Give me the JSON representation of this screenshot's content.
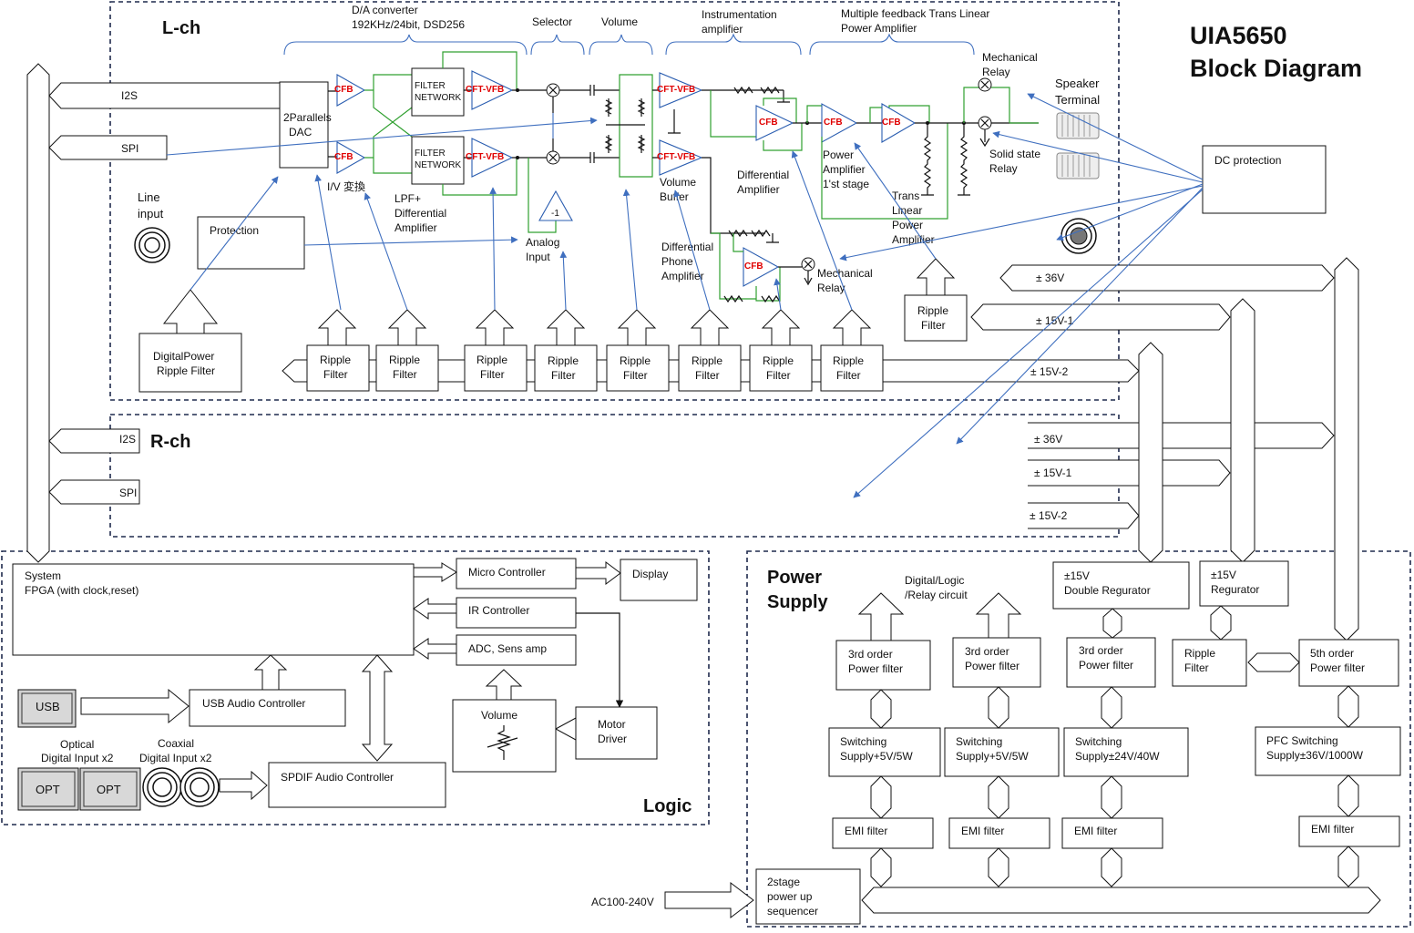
{
  "title": {
    "line1": "UIA5650",
    "line2": "Block Diagram"
  },
  "lch": {
    "heading": "L-ch",
    "sections": {
      "da_converter": [
        "D/A converter",
        "192KHz/24bit, DSD256"
      ],
      "selector": "Selector",
      "volume": "Volume",
      "inst_amp": [
        "Instrumentation",
        "amplifier"
      ],
      "mf_amp": [
        "Multiple feedback Trans Linear",
        "Power Amplifier"
      ]
    },
    "bus_i2s": "I2S",
    "bus_spi": "SPI",
    "dac": [
      "2Parallels",
      "DAC"
    ],
    "amp_cfb": "CFB",
    "amp_cftvfb": "CFT-VFB",
    "filter_network": [
      "FILTER",
      "NETWORK"
    ],
    "iv_label": "I/V 変換",
    "lpf_label": [
      "LPF+",
      "Differential",
      "Amplifier"
    ],
    "line_input": [
      "Line",
      "input"
    ],
    "protection": "Protection",
    "analog_input": [
      "Analog",
      "Input"
    ],
    "inverter": "-1",
    "volume_buffer": [
      "Volume",
      "Buffer"
    ],
    "diff_amp": [
      "Differential",
      "Amplifier"
    ],
    "power_amp_1st": [
      "Power",
      "Amplifier",
      "1'st stage"
    ],
    "trans_linear": [
      "Trans",
      "Linear",
      "Power",
      "Amplifier"
    ],
    "mech_relay_top": [
      "Mechanical",
      "Relay"
    ],
    "speaker_terminal": [
      "Speaker",
      "Terminal"
    ],
    "solid_state_relay": [
      "Solid state",
      "Relay"
    ],
    "diff_phone_amp": [
      "Differential",
      "Phone",
      "Amplifier"
    ],
    "mech_relay_bottom": [
      "Mechanical",
      "Relay"
    ],
    "digital_power": [
      "DigitalPower",
      "Ripple Filter"
    ],
    "ripple_filter": [
      "Ripple",
      "Filter"
    ],
    "rail_36v": "± 36V",
    "rail_15v1": "± 15V-1",
    "rail_15v2": "± 15V-2"
  },
  "rch": {
    "heading": "R-ch",
    "bus_i2s": "I2S",
    "bus_spi": "SPI",
    "rail_36v": "± 36V",
    "rail_15v1": "± 15V-1",
    "rail_15v2": "± 15V-2"
  },
  "dc_protection": "DC protection",
  "logic": {
    "heading": "Logic",
    "fpga": [
      "System",
      "FPGA (with clock,reset)"
    ],
    "micro_controller": "Micro Controller",
    "display": "Display",
    "ir_controller": "IR Controller",
    "adc": "ADC, Sens amp",
    "usb_audio": "USB Audio Controller",
    "usb": "USB",
    "volume": "Volume",
    "motor_driver": [
      "Motor",
      "Driver"
    ],
    "optical": [
      "Optical",
      "Digital Input x2"
    ],
    "coaxial": [
      "Coaxial",
      "Digital Input x2"
    ],
    "opt": "OPT",
    "spdif": "SPDIF Audio Controller"
  },
  "power": {
    "heading": [
      "Power",
      "Supply"
    ],
    "digital_logic": [
      "Digital/Logic",
      "/Relay circuit"
    ],
    "double_reg": [
      "±15V",
      "Double Regurator"
    ],
    "reg": [
      "±15V",
      "Regurator"
    ],
    "filter3": [
      "3rd order",
      "Power filter"
    ],
    "ripple": [
      "Ripple",
      "Filter"
    ],
    "filter5": [
      "5th order",
      "Power filter"
    ],
    "sw5a": [
      "Switching",
      "Supply+5V/5W"
    ],
    "sw5b": [
      "Switching",
      "Supply+5V/5W"
    ],
    "sw24": [
      "Switching",
      "Supply±24V/40W"
    ],
    "pfc": [
      "PFC Switching",
      "Supply±36V/1000W"
    ],
    "emi": "EMI filter",
    "sequencer": [
      "2stage",
      "power up",
      "sequencer"
    ],
    "ac": "AC100-240V"
  }
}
